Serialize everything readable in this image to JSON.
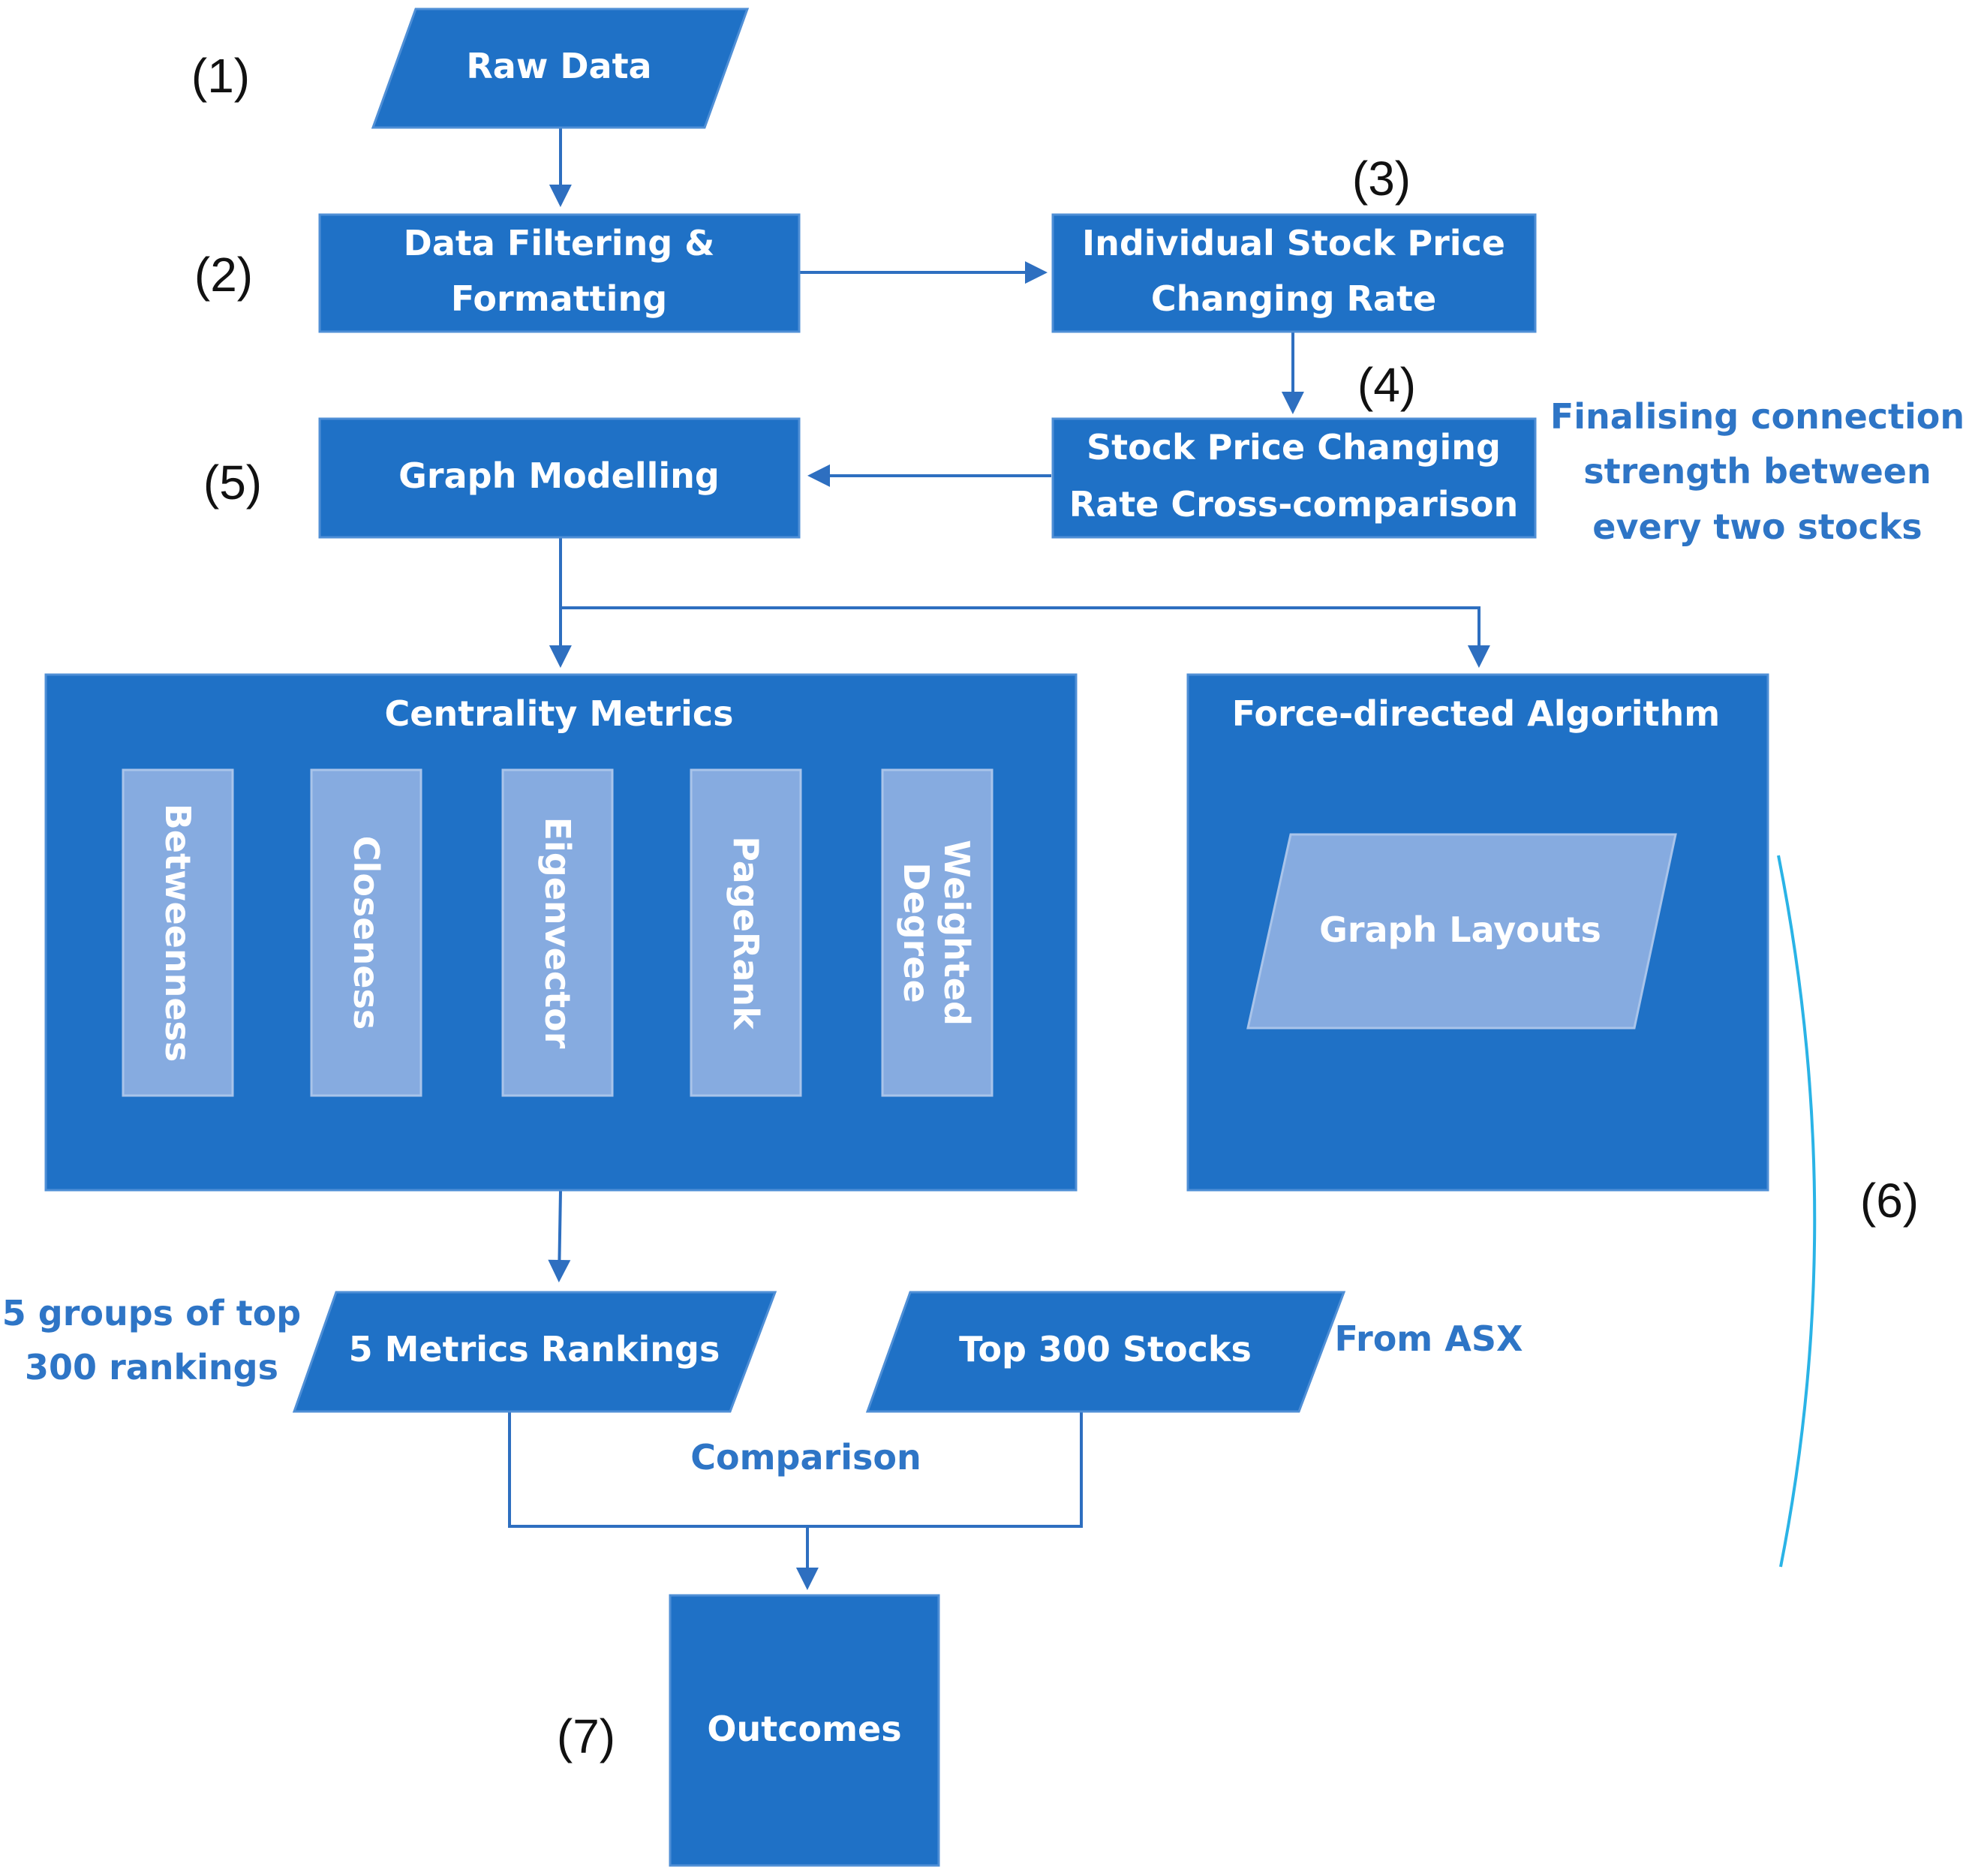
{
  "colors": {
    "box_fill": "#1f71c6",
    "box_edge": "#4f8fd6",
    "inner_fill": "#86abe0",
    "inner_edge": "#a9c4ea",
    "arrow": "#2e6fc0",
    "note_text": "#2e75c6",
    "bracket": "#2ab3e6"
  },
  "nodes": {
    "raw_data": "Raw Data",
    "data_filtering": [
      "Data Filtering &",
      "Formatting"
    ],
    "individual_rate": [
      "Individual Stock Price",
      "Changing Rate"
    ],
    "cross_comparison": [
      "Stock Price Changing",
      "Rate Cross-comparison"
    ],
    "graph_modelling": "Graph Modelling",
    "centrality_metrics": "Centrality Metrics",
    "metrics": {
      "betweenness": "Betweenness",
      "closeness": "Closeness",
      "eigenvector": "Eigenvector",
      "pagerank": "PageRank",
      "weighted_degree": [
        "Weighted",
        "Degree"
      ]
    },
    "force_directed": "Force-directed Algorithm",
    "graph_layouts": "Graph Layouts",
    "metrics_rankings": "5 Metrics Rankings",
    "top_300": "Top 300 Stocks",
    "outcomes": "Outcomes"
  },
  "step_labels": {
    "s1": "(1)",
    "s2": "(2)",
    "s3": "(3)",
    "s4": "(4)",
    "s5": "(5)",
    "s6": "(6)",
    "s7": "(7)"
  },
  "notes": {
    "finalising": [
      "Finalising connection",
      "strength between",
      "every two stocks"
    ],
    "groups": [
      "5 groups of top",
      "300 rankings"
    ],
    "from_asx": "From ASX",
    "comparison": "Comparison"
  }
}
